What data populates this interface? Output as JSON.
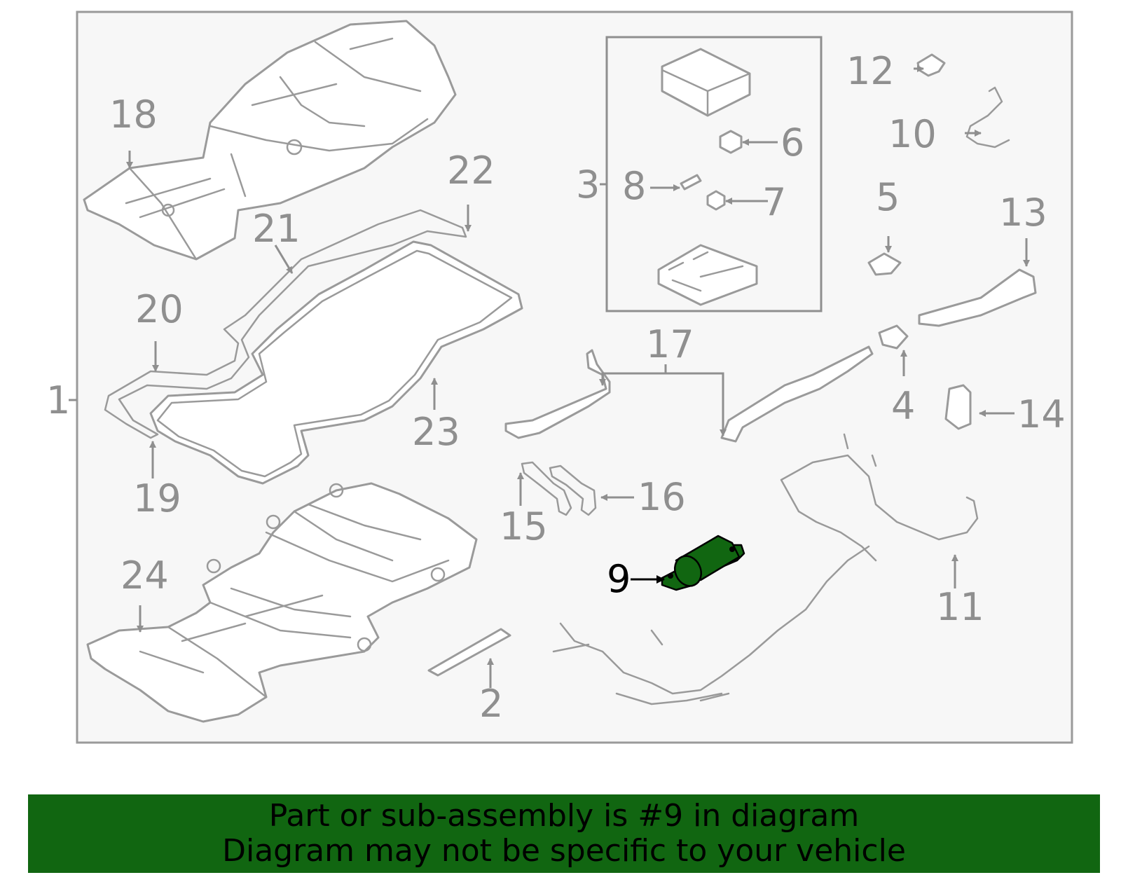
{
  "callouts": {
    "c1": "1",
    "c2": "2",
    "c3": "3",
    "c4": "4",
    "c5": "5",
    "c6": "6",
    "c7": "7",
    "c8": "8",
    "c9": "9",
    "c10": "10",
    "c11": "11",
    "c12": "12",
    "c13": "13",
    "c14": "14",
    "c15": "15",
    "c16": "16",
    "c17": "17",
    "c18": "18",
    "c19": "19",
    "c20": "20",
    "c21": "21",
    "c22": "22",
    "c23": "23",
    "c24": "24"
  },
  "banner": {
    "line1": "Part or sub-assembly is #9 in diagram",
    "line2": "Diagram may not be specific to your vehicle"
  },
  "colors": {
    "panel_background": "#f7f7f7",
    "panel_border": "#9a9a9a",
    "line_art": "#9a9a9a",
    "callout_text": "#8f8f8f",
    "highlight_part": "#116611",
    "highlight_text": "#000000",
    "banner_background": "#116611",
    "banner_text": "#000000"
  },
  "highlighted_part": "9"
}
